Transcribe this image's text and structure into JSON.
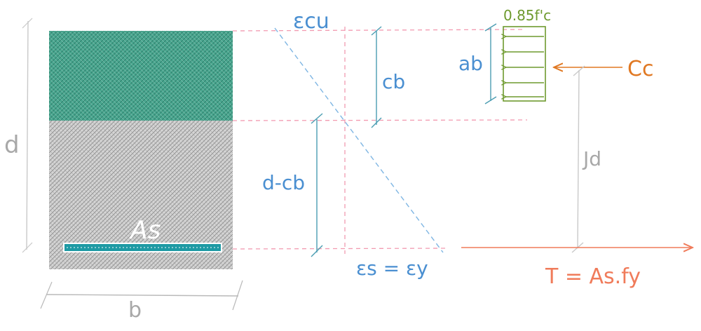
{
  "labels": {
    "d": "d",
    "b": "b",
    "As": "As",
    "ecu": "εcu",
    "cb": "cb",
    "d_minus_cb": "d-cb",
    "es_ey": "εs = εy",
    "ab": "ab",
    "stress": "0.85f'c",
    "Cc": "Cc",
    "jd": "Jd",
    "T": "T = As.fy"
  },
  "colors": {
    "section_gray": "#b9b9b9",
    "compression_zone": "#3f9a84",
    "steel_bar": "#1e9aa4",
    "pink_guides": "#f29ab0",
    "strain_line": "#7fb6e3",
    "dimension_teal": "#4b9db2",
    "label_blue": "#4a8fd1",
    "stress_green": "#6e9a2e",
    "force_orange": "#e07822",
    "tension_red": "#f07b5a",
    "gray_text": "#a8a8a8"
  }
}
